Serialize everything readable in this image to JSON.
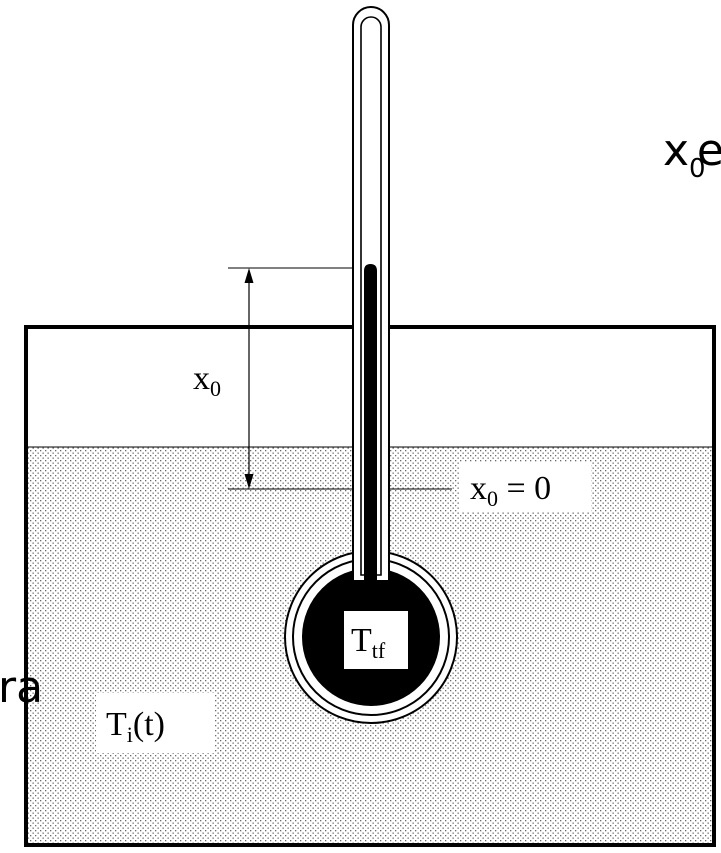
{
  "background_fragments": {
    "top_right_char": "e",
    "top_right_var": "x",
    "top_right_sub": "0",
    "left_fragment": "ra"
  },
  "labels": {
    "height_var": "x",
    "height_sub": "0",
    "zero_var": "x",
    "zero_sub": "0",
    "zero_rest": " = 0",
    "bulb_var": "T",
    "bulb_sub": "tf",
    "liquid_var": "T",
    "liquid_sub": "i",
    "liquid_rest": "(t)"
  },
  "colors": {
    "ink": "#000000",
    "paper": "#ffffff",
    "liquid_stipple": "#6a6a6a"
  }
}
